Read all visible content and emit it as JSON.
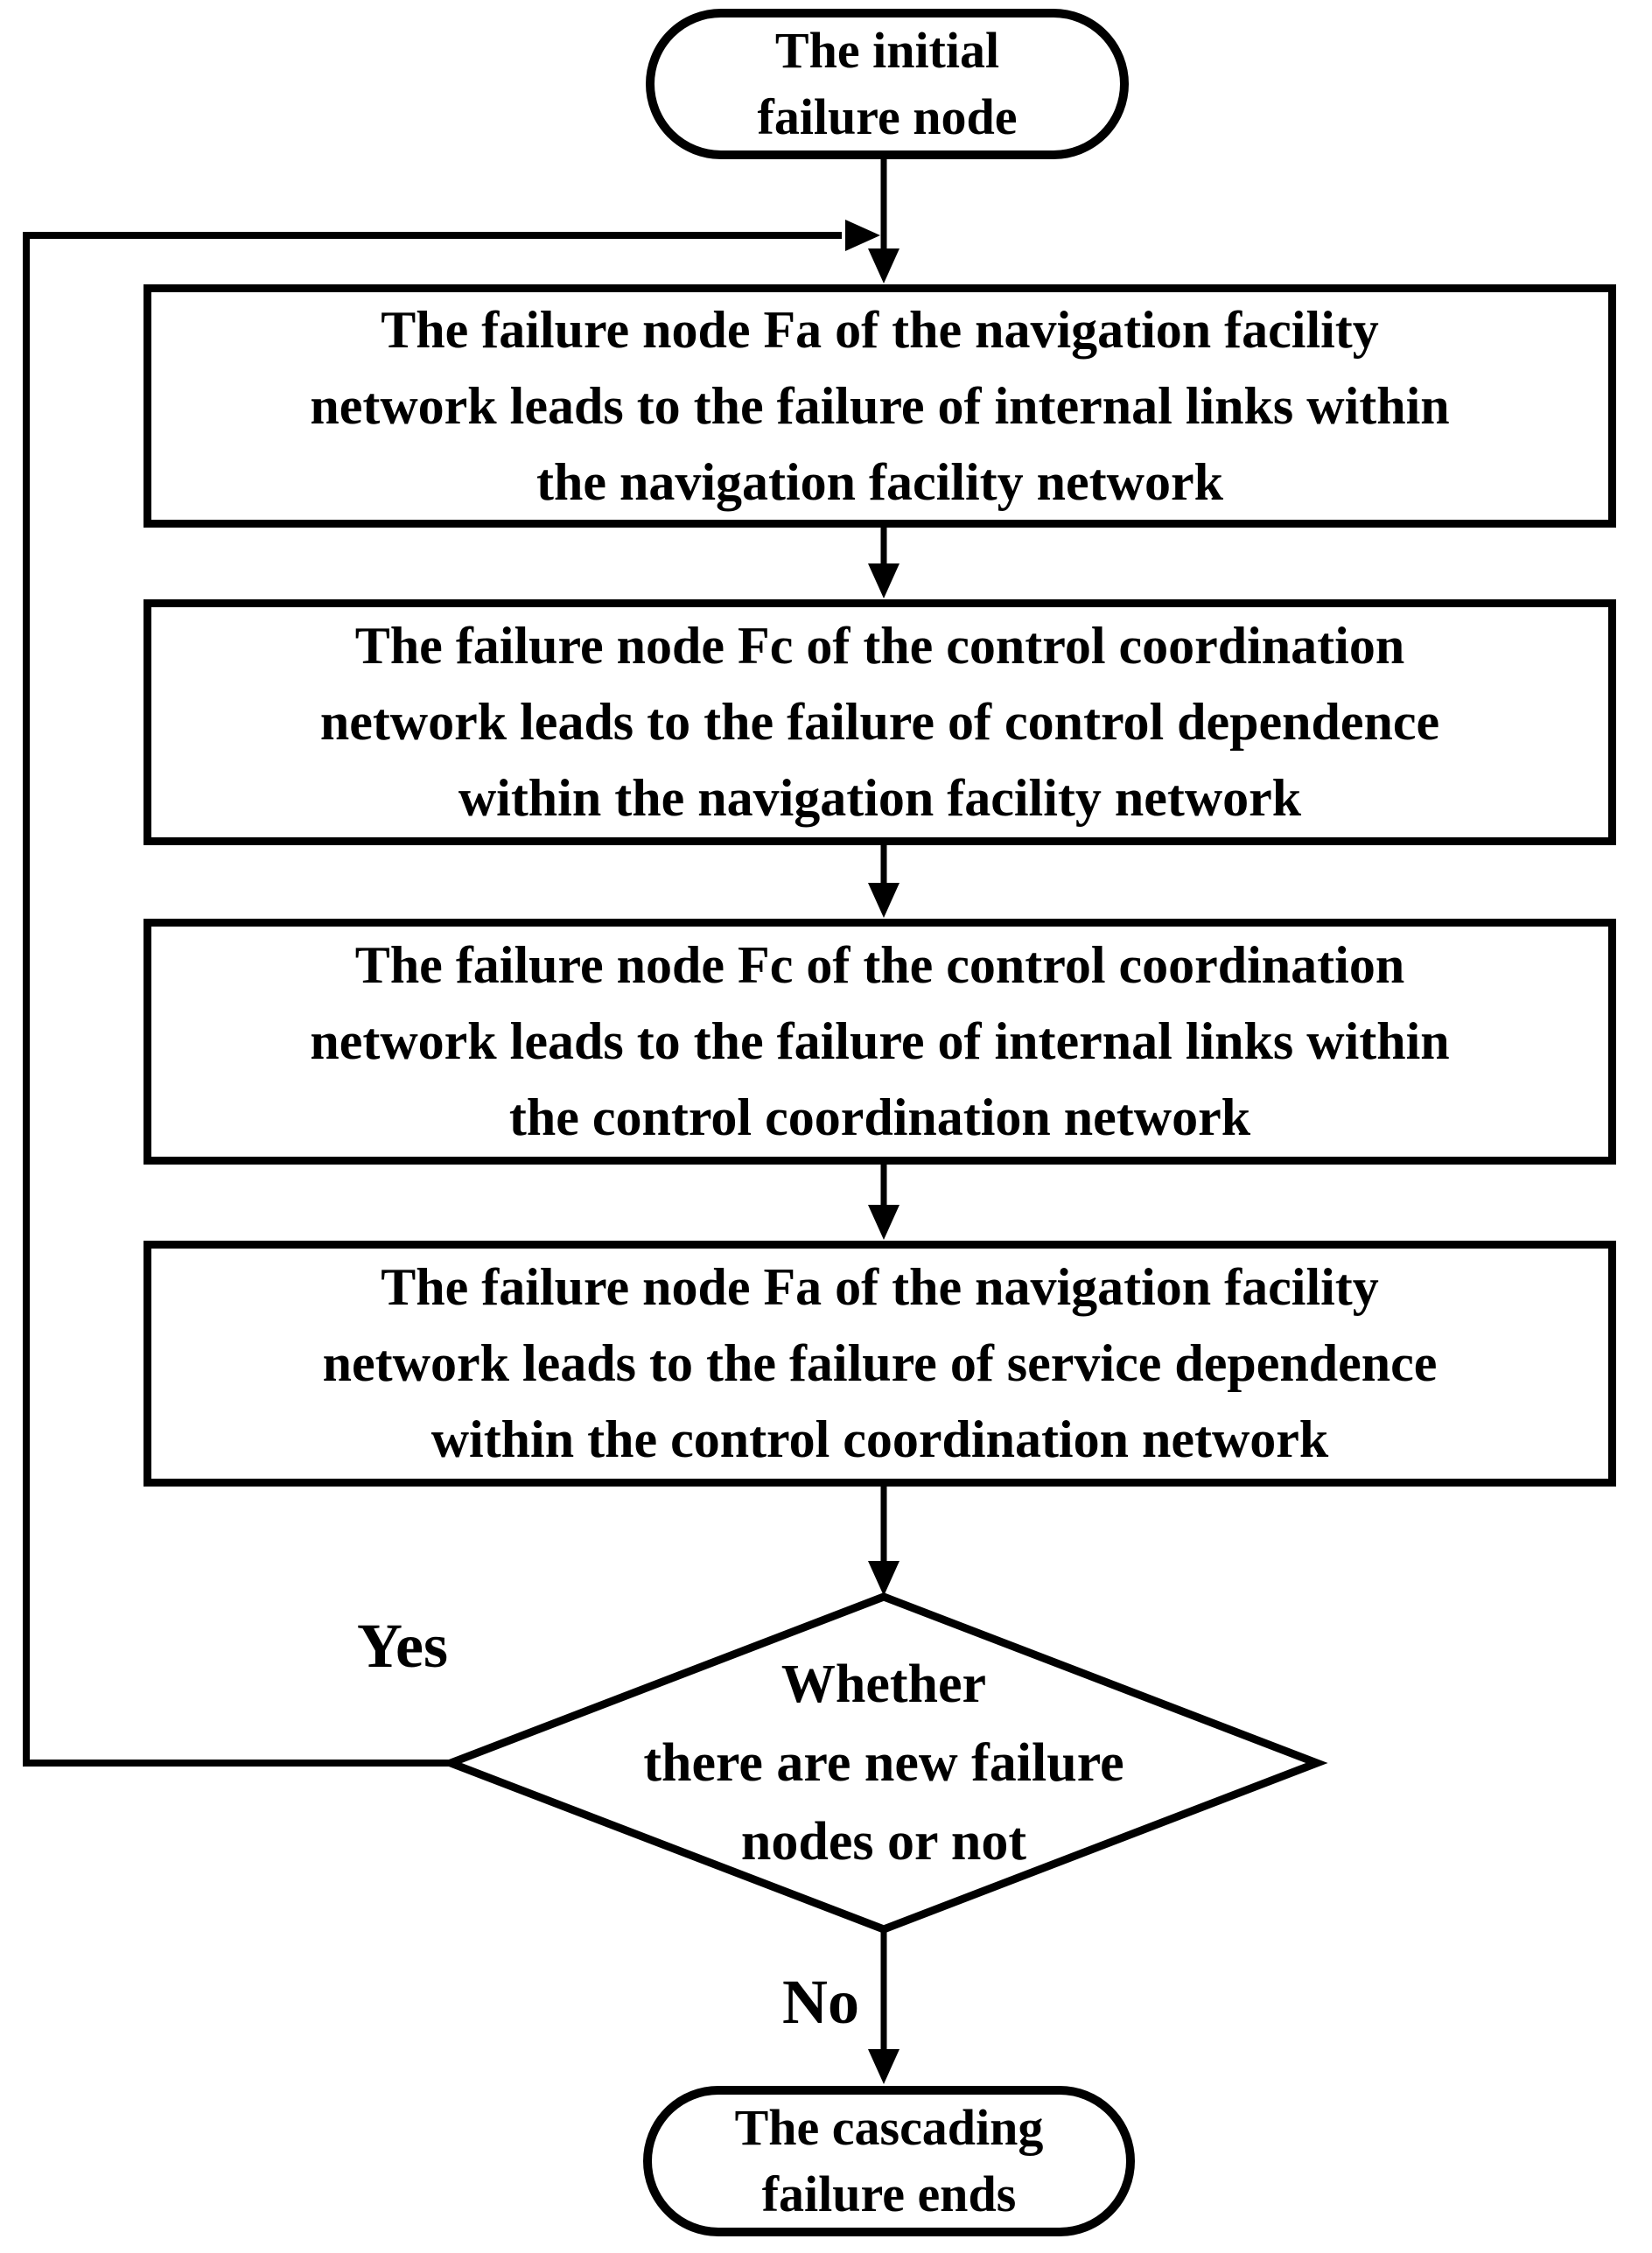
{
  "colors": {
    "ink": "#000000",
    "paper": "#ffffff"
  },
  "flow": {
    "start": {
      "lines": [
        "The initial",
        "failure node"
      ]
    },
    "steps": [
      {
        "lines": [
          "The failure node Fa of the navigation facility",
          "network leads to the failure of internal links within",
          "the navigation facility network"
        ]
      },
      {
        "lines": [
          "The failure node Fc of the control coordination",
          "network leads to the failure of control dependence",
          "within the navigation facility network"
        ]
      },
      {
        "lines": [
          "The failure node Fc of the control coordination",
          "network leads to the failure of internal links within",
          "the control coordination network"
        ]
      },
      {
        "lines": [
          "The failure node Fa of the navigation facility",
          "network leads to the failure of service dependence",
          "within the control coordination network"
        ]
      }
    ],
    "decision": {
      "lines": [
        "Whether",
        "there are new failure",
        "nodes or not"
      ],
      "yes_label": "Yes",
      "no_label": "No"
    },
    "end": {
      "lines": [
        "The cascading",
        "failure ends"
      ]
    }
  }
}
